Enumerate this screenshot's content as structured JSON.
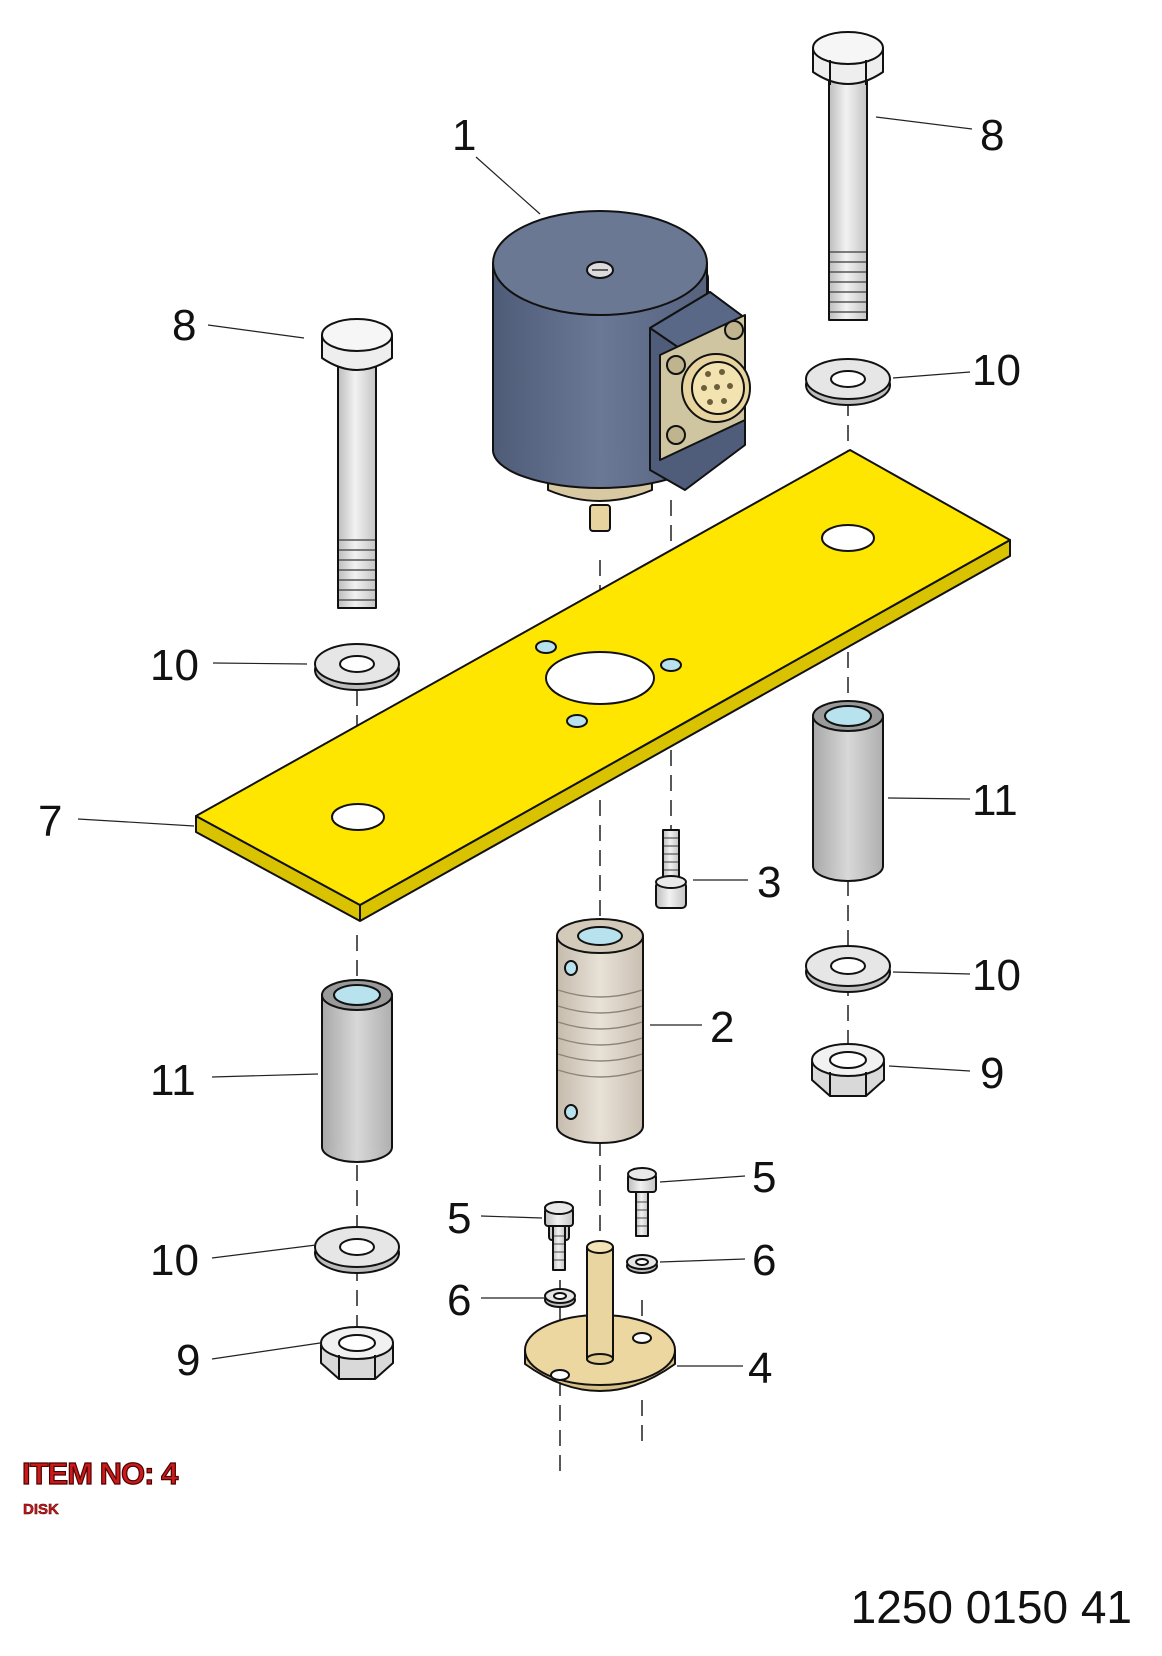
{
  "callouts": {
    "encoder": "1",
    "coupling": "2",
    "screw_center": "3",
    "disk": "4",
    "screw_left": "5",
    "screw_right": "5",
    "washer_small_left": "6",
    "washer_small_right": "6",
    "plate": "7",
    "bolt_left": "8",
    "bolt_right": "8",
    "nut_left": "9",
    "nut_right": "9",
    "washer_left_upper": "10",
    "washer_left_lower": "10",
    "washer_right_upper": "10",
    "washer_right_lower": "10",
    "spacer_left": "11",
    "spacer_right": "11"
  },
  "item": {
    "heading": "ITEM NO: 4",
    "description": "DISK"
  },
  "document_number": "1250 0150 41",
  "colors": {
    "plate": "#ffe600",
    "encoder_body": "#5f6d8b",
    "encoder_base": "#e3d6b4",
    "connector": "#cfc5a0",
    "disk": "#ecd7a0",
    "coupling": "#dbd3c6",
    "spacer": "#c9c9c9",
    "metal_parts": "#dcdcdc",
    "hole_tint": "#b8e2ee",
    "item_label": "#cc1a1a"
  }
}
